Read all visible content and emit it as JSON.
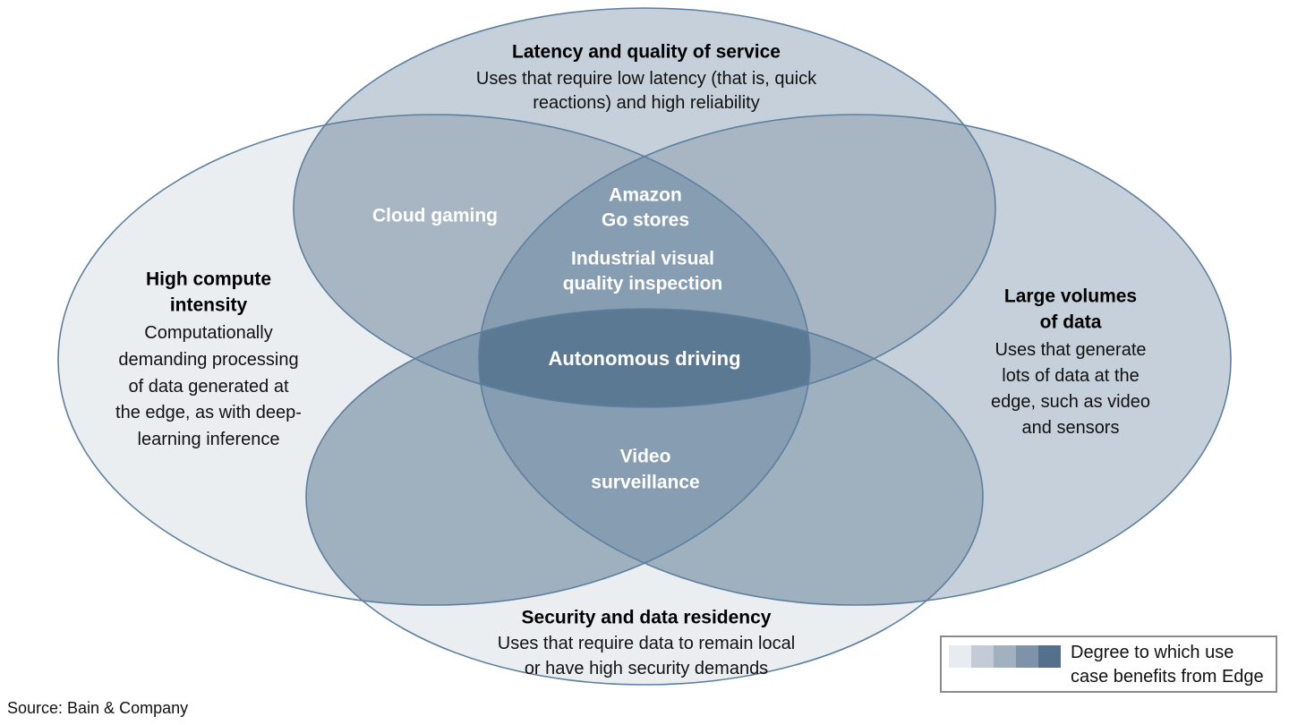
{
  "diagram": {
    "type": "venn-4-ellipse",
    "sets": {
      "latency": {
        "title": "Latency and quality of service",
        "desc": [
          "Uses that require low latency (that is, quick",
          "reactions) and high reliability"
        ]
      },
      "compute": {
        "title_lines": [
          "High compute",
          "intensity"
        ],
        "desc": [
          "Computationally",
          "demanding processing",
          "of data generated at",
          "the edge, as with deep-",
          "learning inference"
        ]
      },
      "data_volume": {
        "title_lines": [
          "Large volumes",
          "of data"
        ],
        "desc": [
          "Uses that generate",
          "lots of data at the",
          "edge, such as video",
          "and sensors"
        ]
      },
      "security": {
        "title": "Security and data residency",
        "desc": [
          "Uses that require data to remain local",
          "or have high security demands"
        ]
      }
    },
    "use_cases": {
      "cloud_gaming": {
        "lines": [
          "Cloud gaming"
        ]
      },
      "amazon_go": {
        "lines": [
          "Amazon",
          "Go stores"
        ]
      },
      "industrial_inspection": {
        "lines": [
          "Industrial visual",
          "quality inspection"
        ]
      },
      "autonomous_driving": {
        "lines": [
          "Autonomous driving"
        ]
      },
      "video_surveillance": {
        "lines": [
          "Video",
          "surveillance"
        ]
      }
    },
    "colors": {
      "single_light": "#eaeef1",
      "single_blue": "#c6d0da",
      "overlap_top": "#a8b6c4",
      "overlap_bottom": "#9fb0be",
      "overlap_triple": "#879db1",
      "overlap_center": "#5b7993",
      "outline": "#5d7f9f"
    }
  },
  "legend": {
    "swatches": [
      "#e8ecf0",
      "#c3ccd6",
      "#a2b1c0",
      "#7e93a7",
      "#53708d"
    ],
    "label_lines": [
      "Degree to which use",
      "case benefits from Edge"
    ]
  },
  "source": "Source: Bain &amp; Company",
  "source_text": "Source: Bain & Company"
}
